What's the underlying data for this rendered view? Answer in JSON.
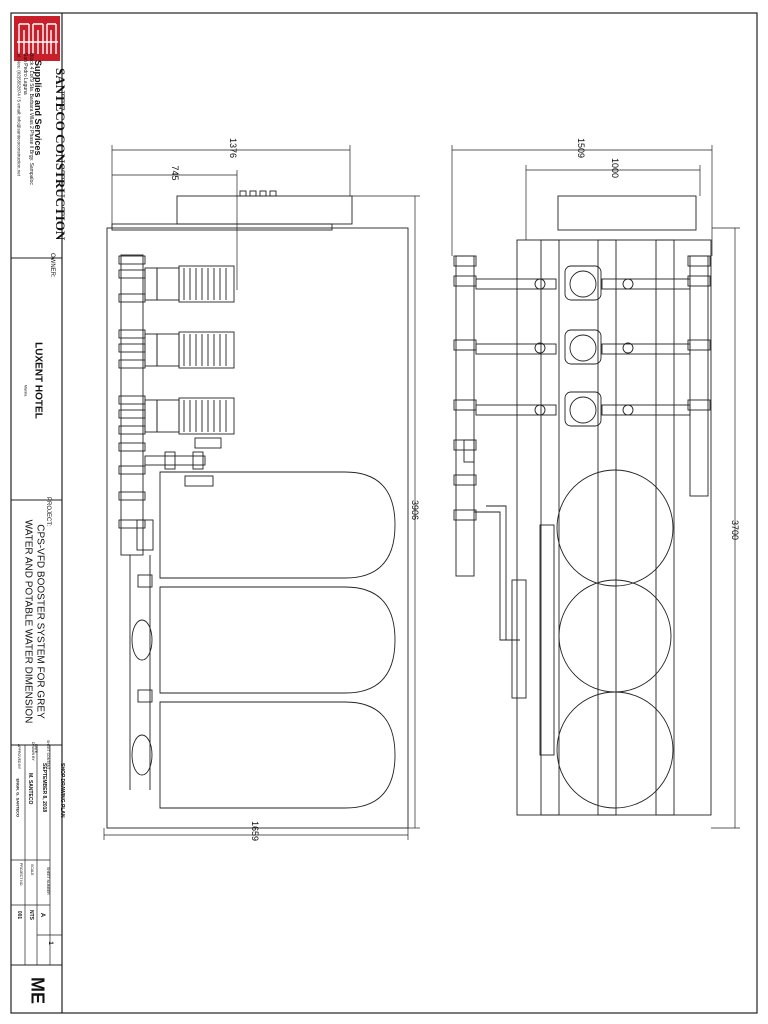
{
  "company": {
    "name": "SANTECO CONSTRUCTION",
    "subtitle": "Supplies and Services",
    "address1": "Block 4 Lot 9 Sta. Barbara Villas 2 Phase II Brgy. Sampaloc",
    "address2": "San Pedro Laguna",
    "contact": "tel. Nos: (02)5552874 / 5  email: info@santecoconstruction.net"
  },
  "owner": {
    "label": "OWNER:",
    "name": "LUXENT HOTEL",
    "address": "Manila"
  },
  "project": {
    "label": "PROJECT:",
    "line1": "CPS-VFD BOOSTER SYSTEM FOR GREY",
    "line2": "WATER AND POTABLE WATER DIMENSION"
  },
  "titleblock": {
    "sheet_content_label": "SHEET CONTENT",
    "sheet_content": "SHOP DRAWING PLAN",
    "date_label": "DATE",
    "date": "SEPTEMBER 8, 2018",
    "drawn_label": "DRAWN BY",
    "drawn": "M. SANTECO",
    "approved_label": "APPROVED BY",
    "approved": "ENGR. G. SANTECO",
    "sheet_number_label": "SHEET NUMBER",
    "sheet_number": "A",
    "sheet_of": "1",
    "scale_label": "SCALE",
    "scale": "NTS",
    "project_no_label": "PROJECT NO.",
    "project_no": "001",
    "discipline": "ME"
  },
  "dimensions": {
    "left_total_width": "1376",
    "left_control_width": "745",
    "left_length": "3906",
    "left_base": "1659",
    "right_total_width": "1509",
    "right_control_width": "1000",
    "right_length": "3700"
  },
  "colors": {
    "line": "#222222",
    "logo": "#c8202b"
  }
}
